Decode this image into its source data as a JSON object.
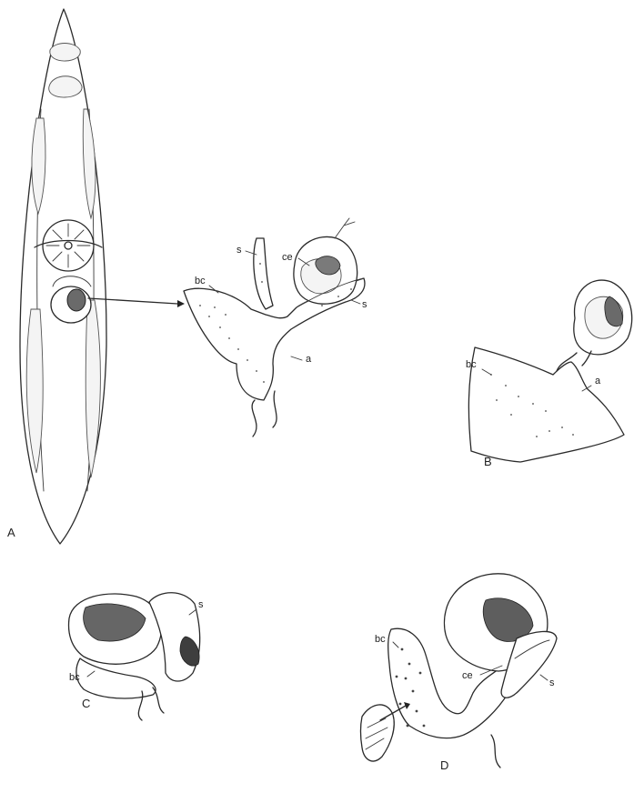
{
  "panels": {
    "A": {
      "letter": "A"
    },
    "detail": {
      "s_left": "s",
      "ce": "ce",
      "bc": "bc",
      "s_right": "s",
      "a": "a"
    },
    "B": {
      "letter": "B",
      "bc": "bc",
      "a": "a"
    },
    "C": {
      "letter": "C",
      "s": "s",
      "bc": "bc"
    },
    "D": {
      "letter": "D",
      "bc": "bc",
      "ce": "ce",
      "s": "s"
    }
  }
}
